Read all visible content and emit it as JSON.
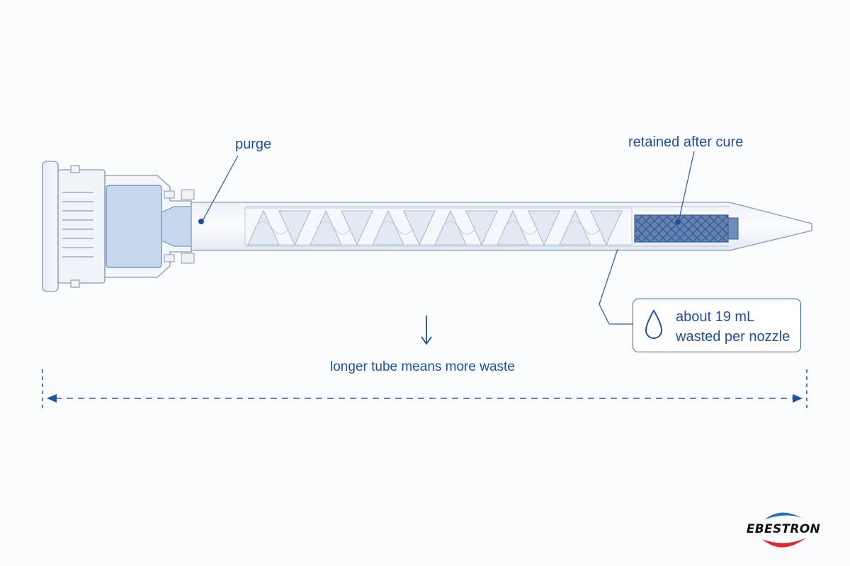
{
  "labels": {
    "purge": "purge",
    "retained": "retained after cure",
    "waste": "longer tube means more waste"
  },
  "callout": {
    "line1": "about 19 mL",
    "line2": "wasted per nozzle",
    "icon": "drop-icon"
  },
  "brand": {
    "name": "EBESTRON",
    "colors": {
      "top": "#2e6fc4",
      "bottom": "#e3262f"
    }
  },
  "colors": {
    "accent": "#1f4fa3",
    "purge_fill": "#c6d8ee",
    "retained_fill": "#5d7fae",
    "outline": "#9aa8bd"
  }
}
